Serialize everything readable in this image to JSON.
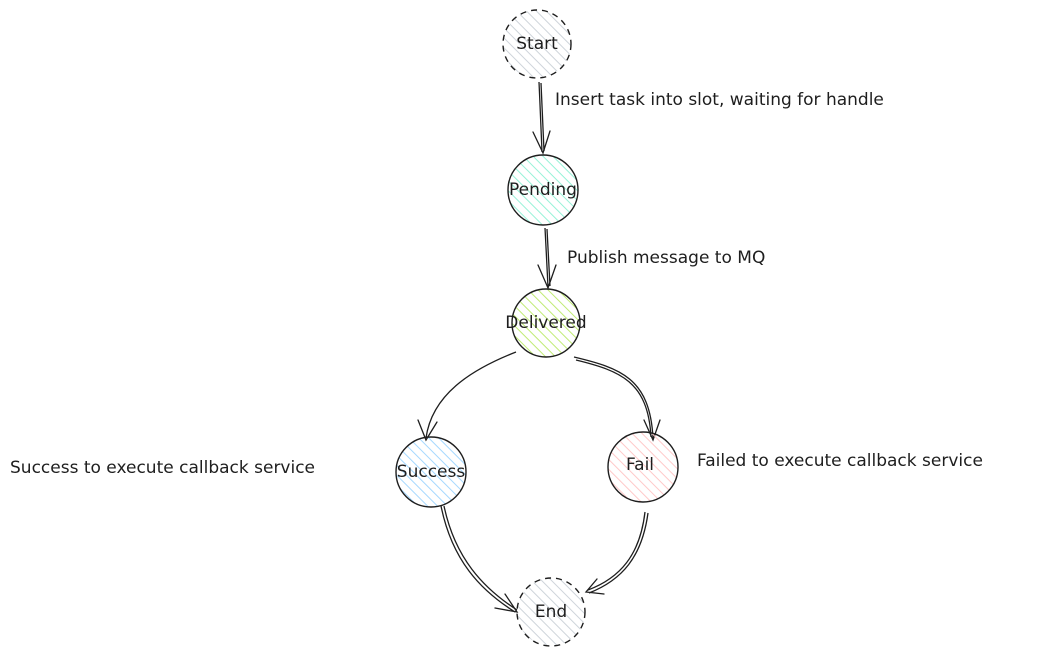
{
  "nodes": [
    {
      "id": "start",
      "label": "Start",
      "color": "#ced4da",
      "dashed": true
    },
    {
      "id": "pending",
      "label": "Pending",
      "color": "#96f2d7",
      "dashed": false
    },
    {
      "id": "delivered",
      "label": "Delivered",
      "color": "#c0eb75",
      "dashed": false
    },
    {
      "id": "success",
      "label": "Success",
      "color": "#a5d8ff",
      "dashed": false
    },
    {
      "id": "fail",
      "label": "Fail",
      "color": "#ffc9c9",
      "dashed": false
    },
    {
      "id": "end",
      "label": "End",
      "color": "#ced4da",
      "dashed": true
    }
  ],
  "edges": [
    {
      "id": "start-pending",
      "from": "start",
      "to": "pending",
      "label": "Insert task into slot, waiting for handle"
    },
    {
      "id": "pending-delivered",
      "from": "pending",
      "to": "delivered",
      "label": "Publish message to MQ"
    },
    {
      "id": "delivered-success",
      "from": "delivered",
      "to": "success",
      "label": ""
    },
    {
      "id": "delivered-fail",
      "from": "delivered",
      "to": "fail",
      "label": ""
    },
    {
      "id": "success-end",
      "from": "success",
      "to": "end",
      "label": ""
    },
    {
      "id": "fail-end",
      "from": "fail",
      "to": "end",
      "label": ""
    }
  ],
  "annotations": {
    "success_note": "Success to execute callback service",
    "fail_note": "Failed to execute callback service"
  },
  "colors": {
    "stroke": "#1e1e1e",
    "background": "#ffffff"
  }
}
